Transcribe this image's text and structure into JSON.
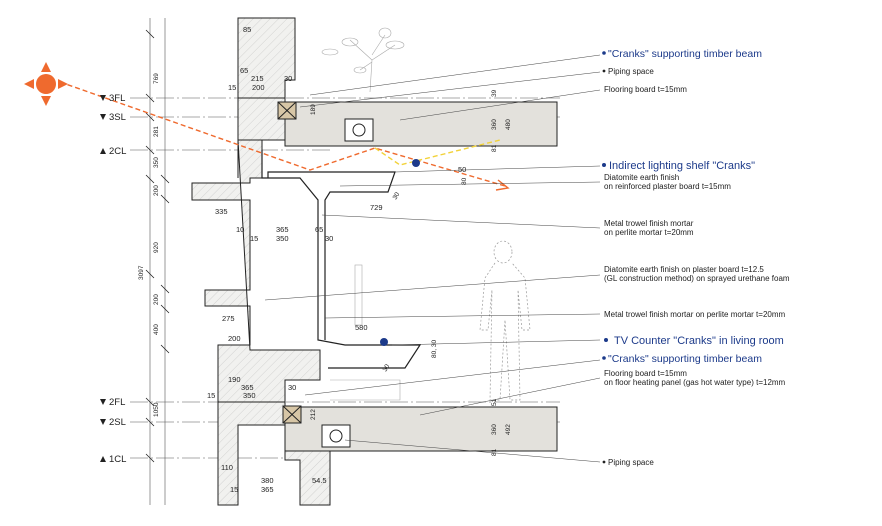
{
  "levels": {
    "fl3": "3FL",
    "sl3": "3SL",
    "cl2": "2CL",
    "fl2": "2FL",
    "sl2": "2SL",
    "cl1": "1CL"
  },
  "callouts": {
    "cranks_beam_top": "\"Cranks\" supporting timber beam",
    "piping_top": "Piping space",
    "flooring_top": "Flooring board t=15mm",
    "lighting_shelf": "Indirect lighting shelf \"Cranks\"",
    "diatomite_1": "Diatomite earth finish",
    "diatomite_2": "on reinforced plaster board t=15mm",
    "metal_trowel_1": "Metal trowel finish mortar",
    "metal_trowel_2": "on perlite mortar t=20mm",
    "diatomite_plaster_1": "Diatomite earth finish on plaster board t=12.5",
    "diatomite_plaster_2": "(GL construction method) on sprayed urethane foam",
    "metal_trowel_single": "Metal trowel finish mortar on perlite mortar t=20mm",
    "tv_counter": "TV Counter \"Cranks\" in living room",
    "cranks_beam_bottom": "\"Cranks\" supporting timber beam",
    "flooring_bottom_1": "Flooring board t=15mm",
    "flooring_bottom_2": "on floor heating panel (gas hot water type) t=12mm",
    "piping_bottom": "Piping space"
  },
  "dimensions": {
    "d85": "85",
    "d65": "65",
    "d215": "215",
    "d30a": "30",
    "d15a": "15",
    "d200a": "200",
    "d769": "769",
    "d281": "281",
    "d350v": "350",
    "d200v": "200",
    "d920": "920",
    "d3097": "3097",
    "d200v2": "200",
    "d400": "400",
    "d1050": "1050",
    "d39": "39",
    "d189": "189",
    "d360a": "360",
    "d480": "480",
    "d81a": "81",
    "d335": "335",
    "d729": "729",
    "d10": "10",
    "d365a": "365",
    "d15b": "15",
    "d350a": "350",
    "d65b": "65",
    "d30b": "30",
    "d50": "50",
    "d80a": "80",
    "d30c": "30",
    "d275": "275",
    "d200b": "200",
    "d580": "580",
    "d80b": "80, 30",
    "d30d": "30",
    "d190": "190",
    "d365b": "365",
    "d30e": "30",
    "d15c": "15",
    "d350b": "350",
    "d51": "51",
    "d212": "212",
    "d360b": "360",
    "d492": "492",
    "d81b": "81",
    "d110": "110",
    "d380": "380",
    "d54_5": "54.5",
    "d15d": "15",
    "d365c": "365"
  },
  "colors": {
    "sun": "#ef6a2e",
    "sun_ray": "#ef6a2e",
    "reflected_ray": "#f2d23a",
    "slab_fill": "#e3e1dc",
    "callout_dot": "#1c3a8a",
    "line": "#222222"
  },
  "icons": {
    "sun": "sun-compass-icon",
    "beam": "timber-beam-cross-icon",
    "pipe": "pipe-circle-icon"
  }
}
